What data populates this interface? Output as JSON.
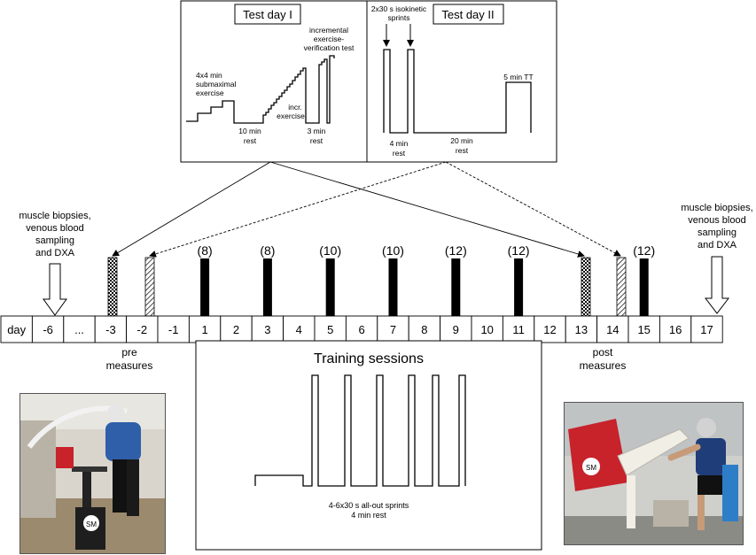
{
  "test_day_1": {
    "title": "Test day I",
    "labels": {
      "submaximal_1": "4x4 min",
      "submaximal_2": "submaximal",
      "submaximal_3": "exercise",
      "rest_1": "10 min",
      "rest_2": "rest",
      "incr_1": "incr.",
      "incr_2": "exercise",
      "verif_1": "incremental",
      "verif_2": "exercise-",
      "verif_3": "verification test",
      "rest3_1": "3 min",
      "rest3_2": "rest"
    }
  },
  "test_day_2": {
    "title": "Test day II",
    "labels": {
      "sprints_1": "2x30 s isokinetic",
      "sprints_2": "sprints",
      "rest4_1": "4 min",
      "rest4_2": "rest",
      "rest20_1": "20 min",
      "rest20_2": "rest",
      "tt": "5 min TT"
    }
  },
  "timeline": {
    "days": [
      "day",
      "-6",
      "...",
      "-3",
      "-2",
      "-1",
      "1",
      "2",
      "3",
      "4",
      "5",
      "6",
      "7",
      "8",
      "9",
      "10",
      "11",
      "12",
      "13",
      "14",
      "15",
      "16",
      "17"
    ],
    "training_sprints": [
      {
        "day": "1",
        "count": "(8)"
      },
      {
        "day": "3",
        "count": "(8)"
      },
      {
        "day": "5",
        "count": "(10)"
      },
      {
        "day": "7",
        "count": "(10)"
      },
      {
        "day": "9",
        "count": "(12)"
      },
      {
        "day": "11",
        "count": "(12)"
      },
      {
        "day": "15",
        "count": "(12)"
      }
    ],
    "pre_label_1": "pre",
    "pre_label_2": "measures",
    "post_label_1": "post",
    "post_label_2": "measures"
  },
  "left_note": [
    "muscle biopsies,",
    "venous blood",
    "sampling",
    "and DXA"
  ],
  "right_note": [
    "muscle biopsies,",
    "venous blood",
    "sampling",
    "and DXA"
  ],
  "training_box": {
    "title": "Training sessions",
    "caption_1": "4-6x30 s all-out sprints",
    "caption_2": "4 min rest"
  },
  "colors": {
    "line": "#000000",
    "bar": "#000000",
    "bike_red": "#c8222b",
    "photo_bg": "#d9d5cc"
  }
}
